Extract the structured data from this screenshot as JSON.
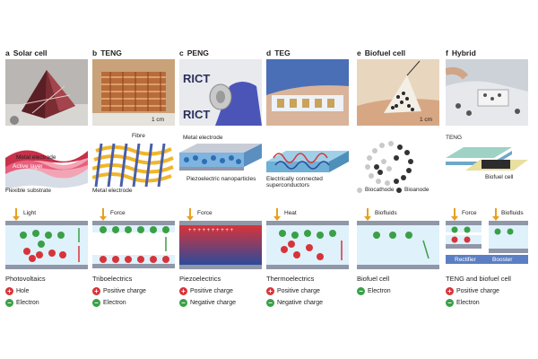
{
  "panels": [
    {
      "letter": "a",
      "name": "Solar cell",
      "labels": [
        "Metal electrode",
        "Active layer",
        "Flexible substrate"
      ],
      "input": "Light",
      "mechanism": "Photovoltaics",
      "legend": [
        {
          "sign": "+",
          "text": "Hole"
        },
        {
          "sign": "−",
          "text": "Electron"
        }
      ]
    },
    {
      "letter": "b",
      "name": "TENG",
      "labels": [
        "Fibre",
        "Metal electrode"
      ],
      "photo_scale": "1 cm",
      "input": "Force",
      "mechanism": "Triboelectrics",
      "legend": [
        {
          "sign": "+",
          "text": "Positive charge"
        },
        {
          "sign": "−",
          "text": "Electron"
        }
      ]
    },
    {
      "letter": "c",
      "name": "PENG",
      "labels": [
        "Metal electrode",
        "Piezoelectric nanoparticles"
      ],
      "photo_text": "RICT",
      "input": "Force",
      "mechanism": "Piezoelectrics",
      "legend": [
        {
          "sign": "+",
          "text": "Positive charge"
        },
        {
          "sign": "−",
          "text": "Negative charge"
        }
      ]
    },
    {
      "letter": "d",
      "name": "TEG",
      "labels": [
        "Electrically connected superconductors"
      ],
      "input": "Heat",
      "mechanism": "Thermoelectrics",
      "legend": [
        {
          "sign": "+",
          "text": "Positive charge"
        },
        {
          "sign": "−",
          "text": "Negative charge"
        }
      ]
    },
    {
      "letter": "e",
      "name": "Biofuel cell",
      "labels": [
        "Biocathode",
        "Bioanode"
      ],
      "photo_scale": "1 cm",
      "input": "Biofluids",
      "mechanism": "Biofuel cell",
      "legend": [
        {
          "sign": "−",
          "text": "Electron"
        }
      ]
    },
    {
      "letter": "f",
      "name": "Hybrid",
      "labels": [
        "TENG",
        "Biofuel cell"
      ],
      "inputs": [
        "Force",
        "Biofluids"
      ],
      "circuit": [
        "Rectifier",
        "Booster"
      ],
      "mechanism": "TENG and biofuel cell",
      "legend": [
        {
          "sign": "+",
          "text": "Positive charge"
        },
        {
          "sign": "−",
          "text": "Electron"
        }
      ]
    }
  ],
  "colors": {
    "positive": "#d7343a",
    "negative": "#3aa047",
    "electrolyte": "#dff1fb",
    "plate": "#8f97a8",
    "arrow": "#e8a020"
  }
}
